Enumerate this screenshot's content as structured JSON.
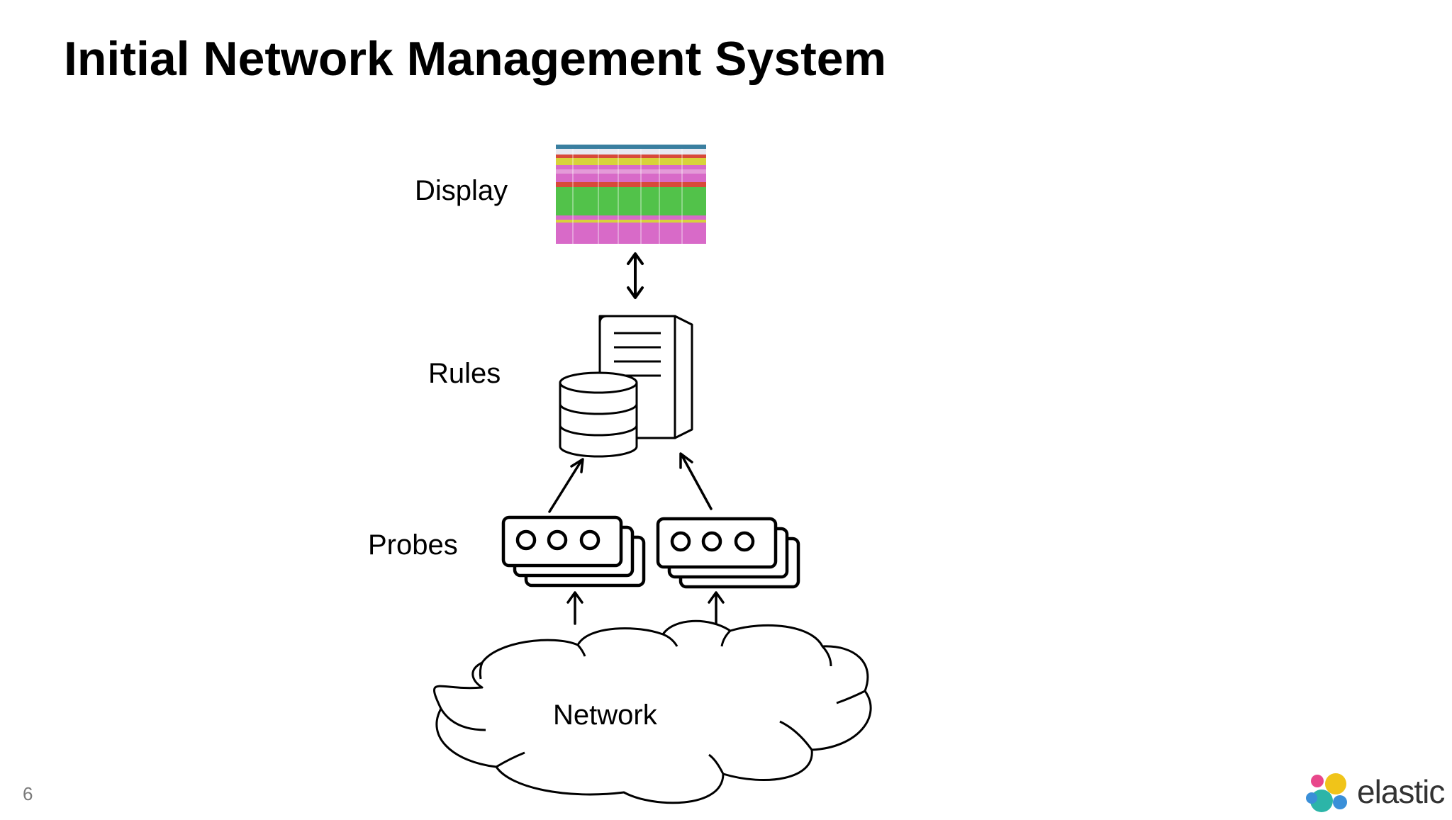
{
  "slide": {
    "title": "Initial Network Management System",
    "page_number": "6"
  },
  "diagram": {
    "labels": {
      "display": "Display",
      "rules": "Rules",
      "probes": "Probes",
      "network": "Network"
    },
    "display_colors": {
      "header": "#3a7fa0",
      "yellow": "#d8d23a",
      "red": "#d84a3a",
      "magenta": "#d86ac8",
      "green": "#52c24a"
    }
  },
  "brand": {
    "logo_text": "elastic",
    "logo_colors": [
      "#f0c419",
      "#e8478b",
      "#2cb5a8",
      "#3a8fd8",
      "#7cc242"
    ]
  }
}
